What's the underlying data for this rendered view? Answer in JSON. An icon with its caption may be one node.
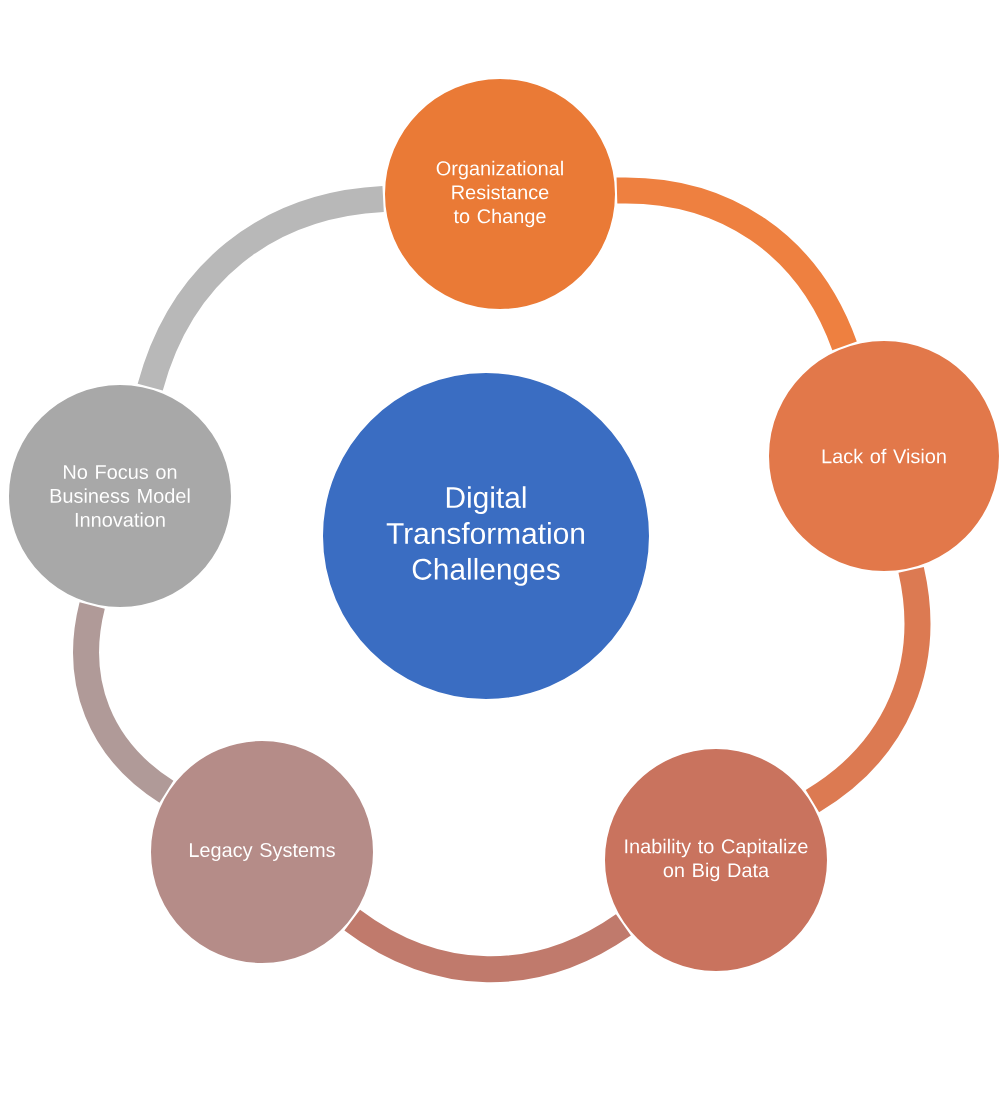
{
  "diagram": {
    "nodes": [
      {
        "text": [
          "Digital Transformation Challenges"
        ]
      },
      {
        "text": [
          "Organizational Resistance to Change"
        ]
      },
      {
        "text": [
          "Lack of Vision"
        ]
      },
      {
        "text": [
          "Inability to Capitalize on Big Data"
        ]
      },
      {
        "text": [
          "Legacy Systems"
        ]
      },
      {
        "text": [
          "No Focus on Business Model Innovation"
        ]
      }
    ],
    "edges": [
      {
        "from": 1,
        "to": 2,
        "arrow": "none",
        "color": "#ee8040"
      },
      {
        "from": 2,
        "to": 3,
        "arrow": "none",
        "color": "#dc7a52"
      },
      {
        "from": 3,
        "to": 4,
        "arrow": "none",
        "color": "#c07a6c"
      },
      {
        "from": 4,
        "to": 5,
        "arrow": "none",
        "color": "#b09a98"
      },
      {
        "from": 5,
        "to": 1,
        "arrow": "none",
        "color": "#b8b8b8"
      }
    ]
  }
}
